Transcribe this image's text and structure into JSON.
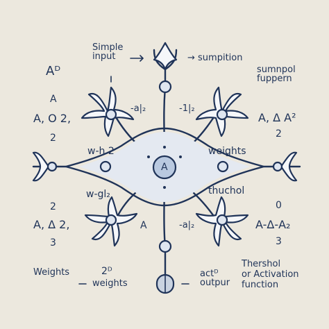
{
  "colors": {
    "background": "#ece8de",
    "ink": "#1f3358",
    "node_fill": "#f5f7fa",
    "soma_fill": "#dfe6f0",
    "core_fill": "#b9c9e0"
  },
  "labels": {
    "simple_input": "Simple\ninput",
    "input_arrow": "→",
    "summation": "→ sumpition",
    "a_superscript": "Aᴰ",
    "summation_function": "sumnpol\nfuppern",
    "left_mid_top_a": "A",
    "left_mid_top_ratio": "A, O 2,",
    "left_small_arrow": "↓",
    "inner_left_top_expr": "-a|₂",
    "inner_right_top_expr": "-1|₂",
    "right_top_ratio": "A, Δ A²",
    "right_top_two": "2",
    "left_weight_top": "w-h 2",
    "left_two_mid": "2",
    "core_letter": "A",
    "weights_right": "weights",
    "left_weight_bottom": "w-gl₂",
    "threshold_mid": "thuchol",
    "right_zero": "0",
    "left_bottom_ratio": "A, Δ 2,",
    "left_bottom_two": "2",
    "inner_bottom_a": "A",
    "inner_bottom_expr": "-a|₂",
    "right_bottom_ratio": "A-Δ-A₂",
    "right_bottom_three": "3",
    "left_three": "3",
    "weights_bottom_left": "Weights",
    "weights_bottom_mid": "weights",
    "bottom_mid_num": "2ᴰ",
    "act_output": "actᴰ\noutpur",
    "threshold_activation": "Thershol\nor Activation\nfunction"
  }
}
